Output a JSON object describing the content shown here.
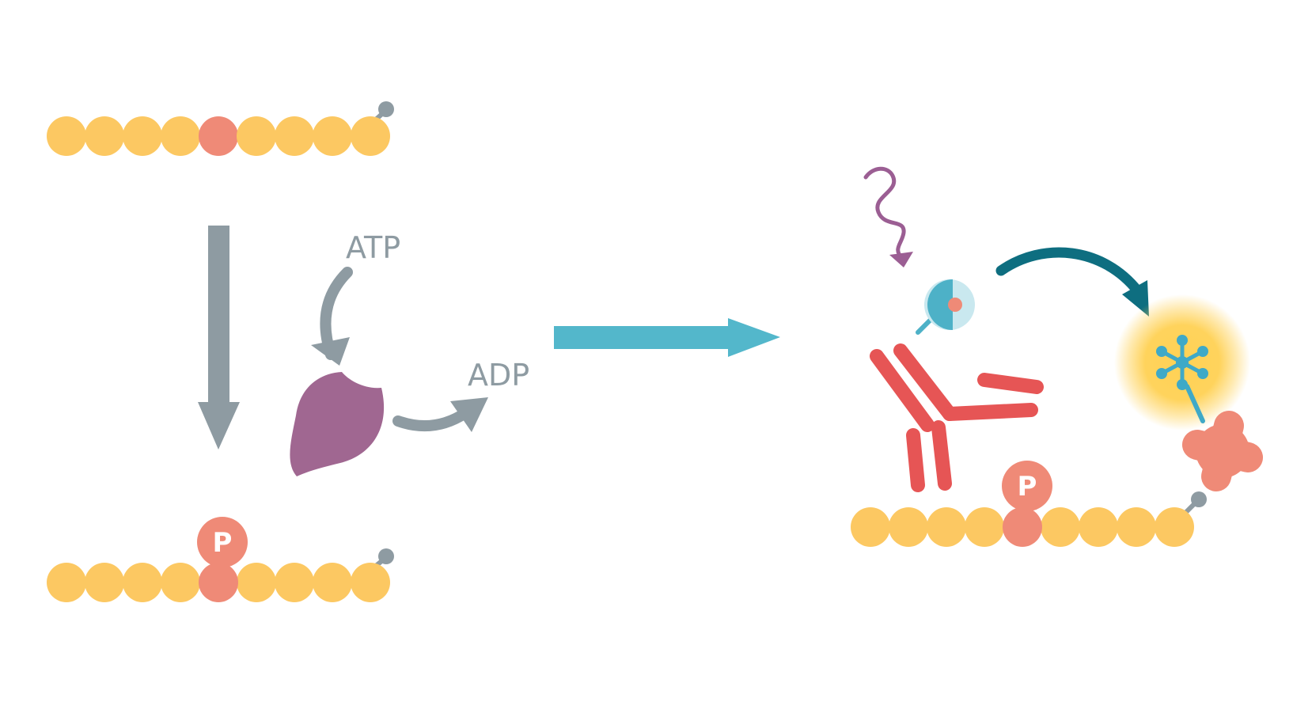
{
  "labels": {
    "atp": "ATP",
    "adp": "ADP",
    "phospho": "P"
  },
  "colors": {
    "residue": "#fcc862",
    "target_residue": "#ef8a77",
    "linker": "#8e9ba2",
    "process_arrow": "#8e9ba2",
    "kinase": "#a06791",
    "transition_arrow": "#53b7cb",
    "antibody": "#e65555",
    "label_sphere": "#4db1c7",
    "detection_arrow": "#0e6e80",
    "glow": "#ffd154",
    "fluorophore": "#3fa9c7",
    "enzyme": "#ef8a77",
    "signal_wave": "#9b5e93"
  },
  "icons": {
    "kinase": "kinase-enzyme-icon",
    "antibody": "antibody-icon",
    "enzyme": "reporter-enzyme-icon",
    "fluorophore": "fluorophore-icon",
    "signal": "light-signal-icon"
  }
}
